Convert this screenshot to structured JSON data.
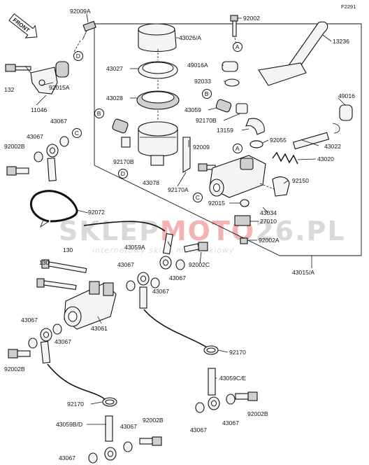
{
  "diagram_code": "F2291",
  "front_label": "FRONT",
  "watermark": {
    "brand_a": "SKLEP",
    "brand_b": "MOTO",
    "brand_c": "26.PL",
    "tagline": "internetowy sklep motocyklowy"
  },
  "callouts": {
    "a": "A",
    "b": "B",
    "c": "C",
    "d": "D"
  },
  "labels": {
    "l92009a": "92009A",
    "l132": "132",
    "l92015a": "92015A",
    "l11046": "11046",
    "l43067_a": "43067",
    "l43067_b": "43067",
    "l92002b_a": "92002B",
    "l92072": "92072",
    "l130_a": "130",
    "l130_b": "130",
    "l43067_c": "43067",
    "l92002b_b": "92002B",
    "l43067_d": "43067",
    "l43061": "43061",
    "l43059a": "43059A",
    "l43067_e": "43067",
    "l43067_f": "43067",
    "l92002c": "92002C",
    "l43067_g": "43067",
    "l92170_a": "92170",
    "l43059bd": "43059B/D",
    "l43067_h": "43067",
    "l92002b_c": "92002B",
    "l43067_i": "43067",
    "l92170_b": "92170",
    "l43059ce": "43059C/E",
    "l43067_j": "43067",
    "l43067_k": "43067",
    "l92002b_d": "92002B",
    "l43026a": "43026/A",
    "l43027": "43027",
    "l43028": "43028",
    "l92170b_a": "92170B",
    "l43078": "43078",
    "l92002": "92002",
    "l13236": "13236",
    "l49016a": "49016A",
    "l92033": "92033",
    "l49016": "49016",
    "l43059": "43059",
    "l92170b_b": "92170B",
    "l13159": "13159",
    "l92055": "92055",
    "l43022": "43022",
    "l92009": "92009",
    "l43020": "43020",
    "l92170a": "92170A",
    "l92015": "92015",
    "l92150": "92150",
    "l43034": "43034",
    "l27010": "27010",
    "l92002a": "92002A",
    "l43015a": "43015/A"
  }
}
